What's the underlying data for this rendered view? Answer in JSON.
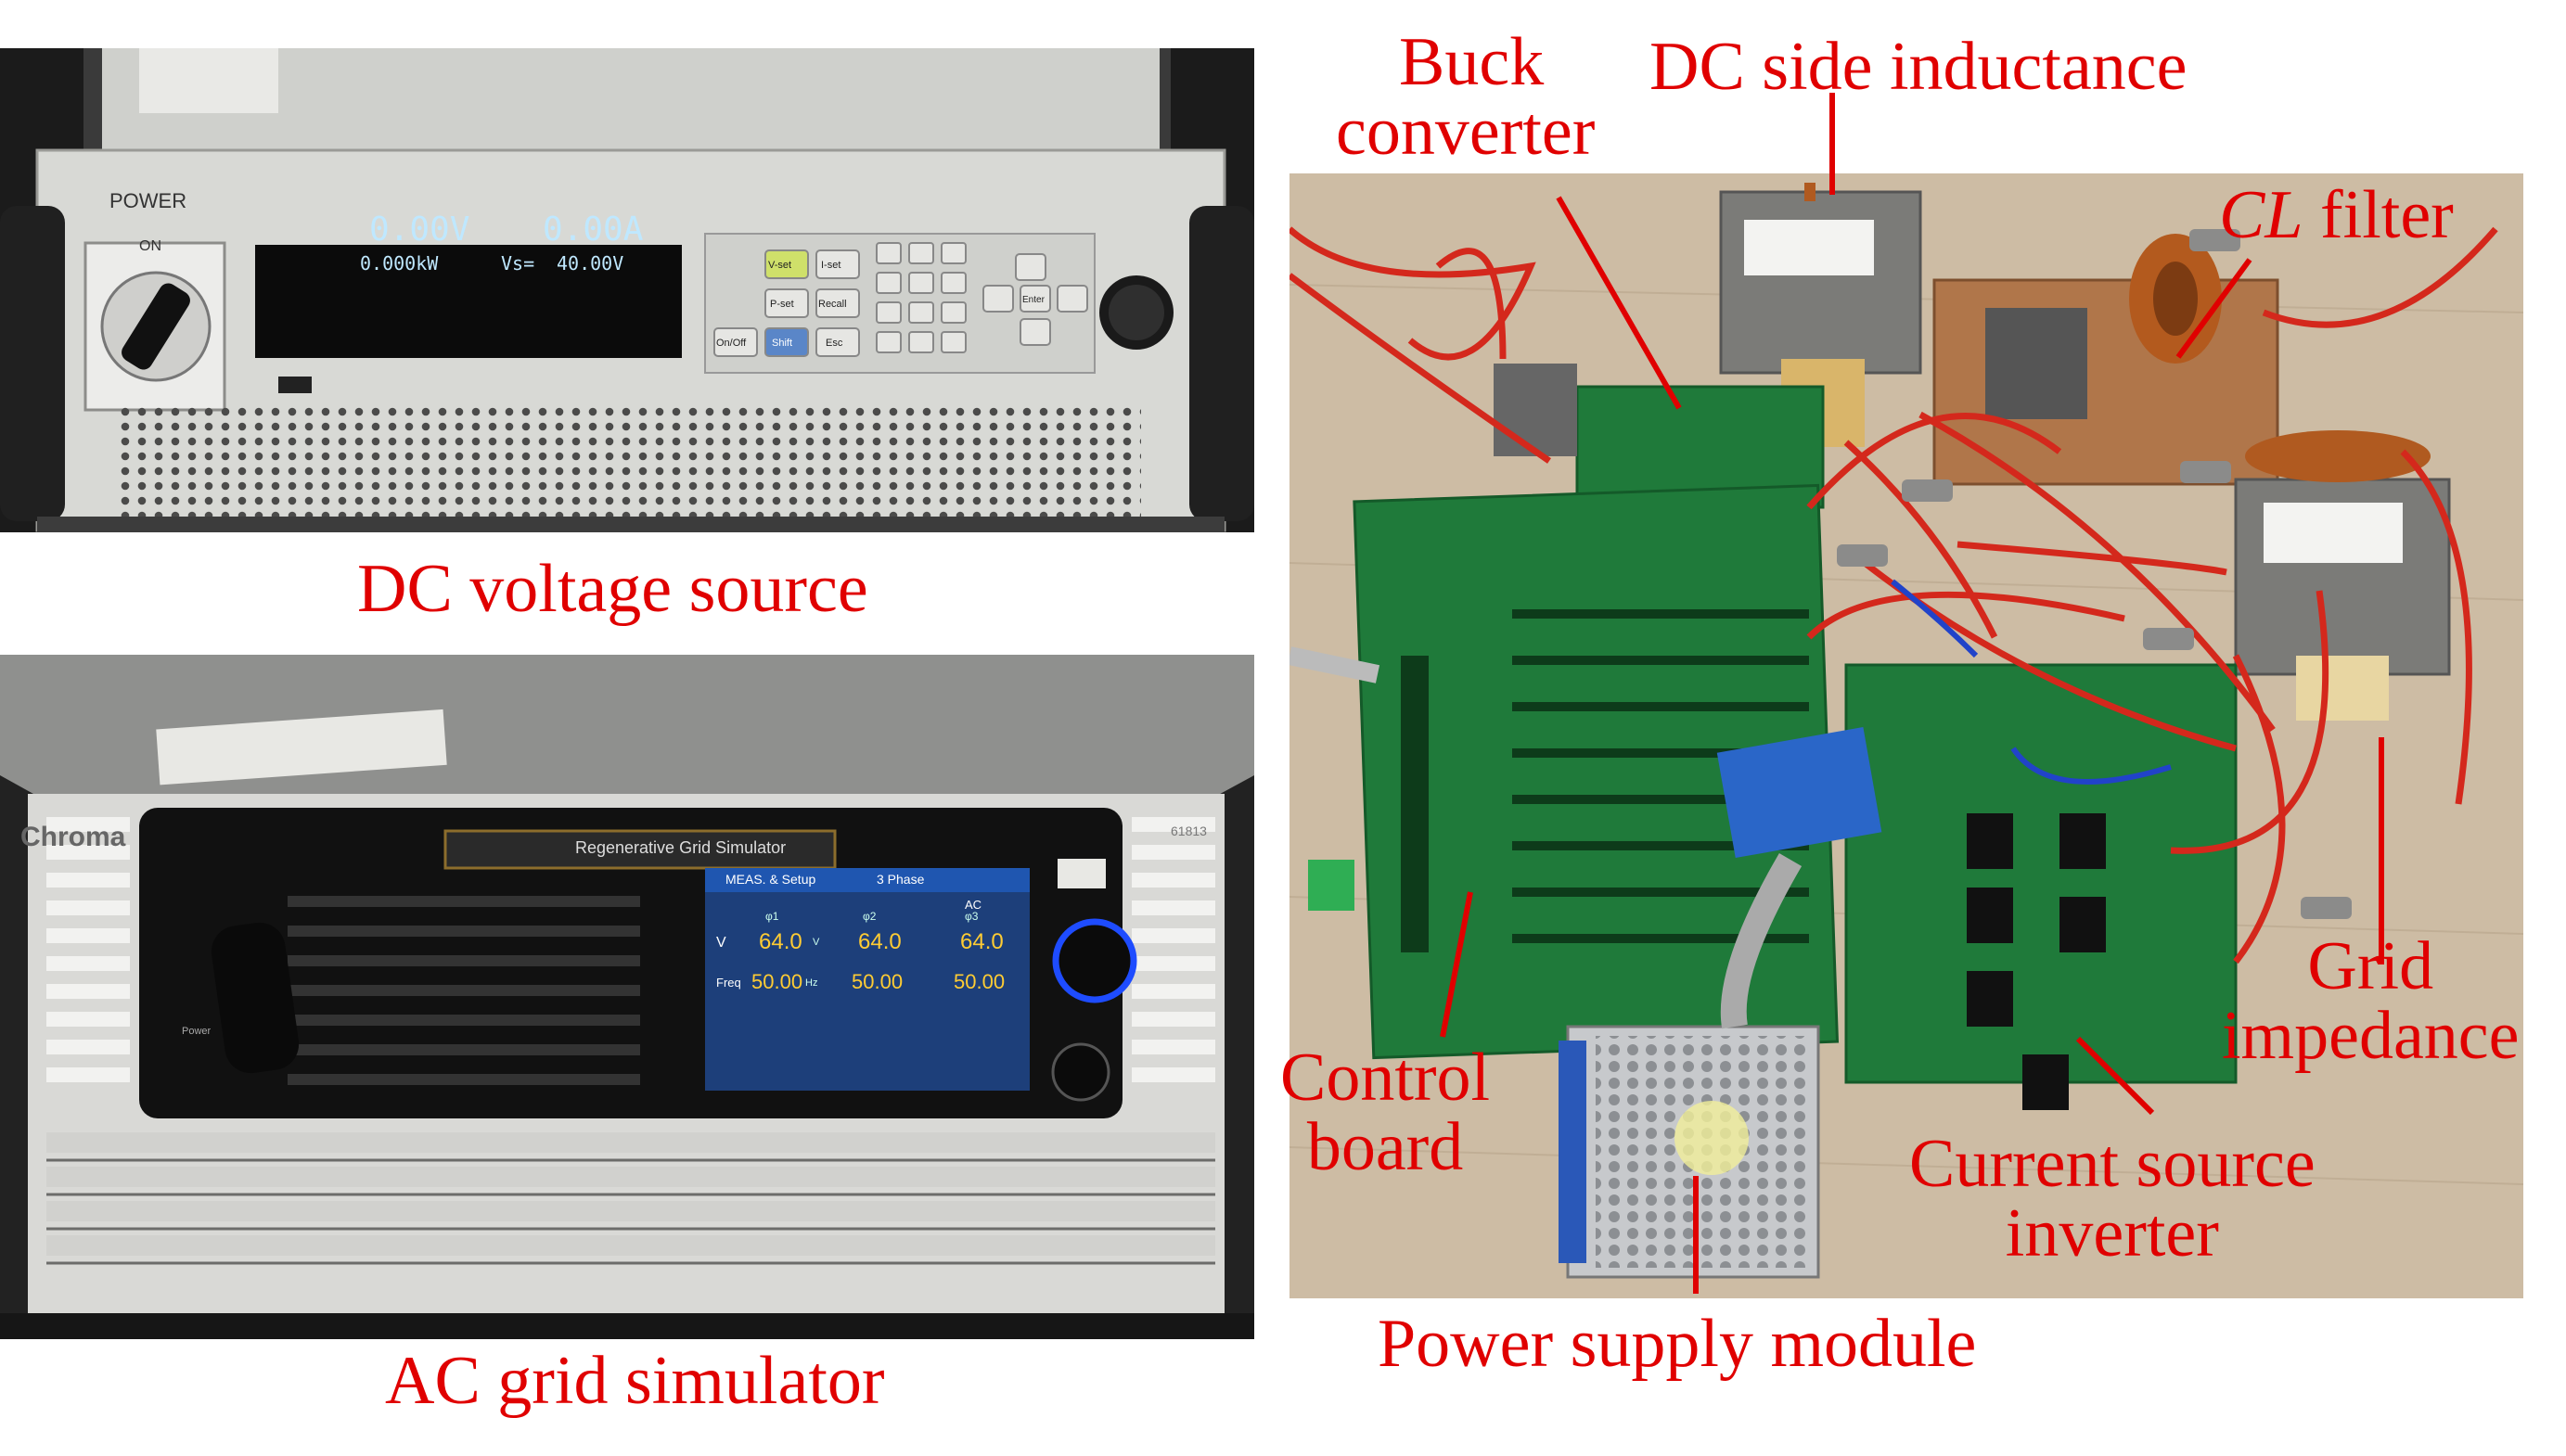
{
  "captions": {
    "dc_source": "DC voltage source",
    "ac_simulator": "AC grid simulator"
  },
  "labels": {
    "buck_line1": "Buck",
    "buck_line2": "converter",
    "dc_inductance": "DC side inductance",
    "cl_filter_italic": "CL",
    "cl_filter_rest": " filter",
    "grid_line1": "Grid",
    "grid_line2": "impedance",
    "control_line1": "Control",
    "control_line2": "board",
    "csi_line1": "Current source",
    "csi_line2": "inverter",
    "power_supply": "Power supply module"
  },
  "dc_instrument": {
    "power_label": "POWER",
    "on_label": "ON",
    "voltage": "0.00V",
    "current": "0.00A",
    "power": "0.000kW",
    "vs_label": "Vs=",
    "vs_value": "40.00V",
    "keys": [
      "V-set",
      "I-set",
      "P-set",
      "Recall",
      "On/Off",
      "Shift",
      "Esc",
      "Enter"
    ]
  },
  "ac_instrument": {
    "brand": "Chroma",
    "title": "Regenerative Grid Simulator",
    "model": "61813",
    "menu_left": "MEAS. & Setup",
    "menu_right": "3 Phase",
    "mode": "AC",
    "v_label": "V",
    "v_values": [
      "64.0",
      "64.0",
      "64.0"
    ],
    "v_unit": "V",
    "freq_label": "Freq",
    "freq_values": [
      "50.00",
      "50.00",
      "50.00"
    ],
    "freq_unit": "Hz",
    "phases": [
      "φ1",
      "φ2",
      "φ3"
    ],
    "power_knob_label": "Power"
  },
  "colors": {
    "label_red": "#e00000",
    "pcb_green": "#1f7a3a",
    "wire_red": "#d4281c",
    "table_wood": "#c9b8a0"
  }
}
